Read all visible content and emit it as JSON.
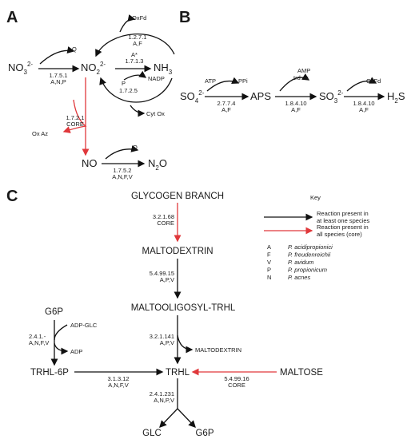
{
  "colors": {
    "black_arrow": "#111111",
    "red_arrow": "#e0383b"
  },
  "panel_a": {
    "label": "A",
    "no3": "NO",
    "no3_sub": "3",
    "no3_sup": "2-",
    "no2": "NO",
    "no2_sub": "2",
    "no2_sup": "2-",
    "nh3": "NH",
    "nh3_sub": "3",
    "no": "NO",
    "n2o": "N",
    "n2o_sub": "2",
    "n2o_tail": "O",
    "q1": "Q",
    "ec1": "1.7.5.1",
    "sp1": "A,N,P",
    "oxfd": "OxFd",
    "ec2": "1.2.7.1",
    "sp2": "A,F",
    "astar": "A*",
    "ec3": "1.7.1.3",
    "nadp": "NADP",
    "p_mark": "P",
    "ec4": "1.7.2.5",
    "cytox": "Cyt Ox",
    "ec5": "1.7.2.1",
    "core5": "CORE",
    "oxaz": "Ox Az",
    "q2": "Q",
    "ec6": "1.7.5.2",
    "sp6": "A,N,F,V"
  },
  "panel_b": {
    "label": "B",
    "so4": "SO",
    "so4_sub": "4",
    "so4_sup": "2-",
    "atp": "ATP",
    "ppi": "PPi",
    "ec1": "2.7.7.4",
    "sp1": "A,F",
    "aps": "APS",
    "amp": "AMP",
    "trdox": "trd ox",
    "ec2": "1.8.4.10",
    "sp2": "A,F",
    "so3": "SO",
    "so3_sub": "3",
    "so3_sup": "2-",
    "oxfd": "OxFd",
    "ec3": "1.8.4.10",
    "sp3": "A,F",
    "h2s": "H",
    "h2s_sub": "2",
    "h2s_tail": "S"
  },
  "panel_c": {
    "label": "C",
    "glycogen": "GLYCOGEN BRANCH",
    "ec_g": "3.2.1.68",
    "core_g": "CORE",
    "maltodextrin": "MALTODEXTRIN",
    "ec_m": "5.4.99.15",
    "sp_m": "A,P,V",
    "maltooligosyl": "MALTOOLIGOSYL-TRHL",
    "ec_mo": "3.2.1.141",
    "sp_mo": "A,P,V",
    "maltodextrin_out": "MALTODEXTRIN",
    "g6p_top": "G6P",
    "adpglc": "ADP-GLC",
    "ec_g6": "2.4.1.-",
    "sp_g6": "A,N,F,V",
    "adp": "ADP",
    "trhl6p": "TRHL-6P",
    "ec_t6": "3.1.3.12",
    "sp_t6": "A,N,F,V",
    "trhl": "TRHL",
    "maltose": "MALTOSE",
    "ec_ma": "5.4.99.16",
    "core_ma": "CORE",
    "ec_tr": "2.4.1.231",
    "sp_tr": "A,N,P,V",
    "glc": "GLC",
    "g6p_bottom": "G6P"
  },
  "key": {
    "title": "Key",
    "black_line1": "Reaction present in",
    "black_line2": "at least one species",
    "red_line1": "Reaction present in",
    "red_line2": "all species (core)",
    "species": [
      {
        "code": "A",
        "name": "P. acidipropionici"
      },
      {
        "code": "F",
        "name": "P. freudenreichii"
      },
      {
        "code": "V",
        "name": "P. avidum"
      },
      {
        "code": "P",
        "name": "P. propionicum"
      },
      {
        "code": "N",
        "name": "P. acnes"
      }
    ]
  }
}
